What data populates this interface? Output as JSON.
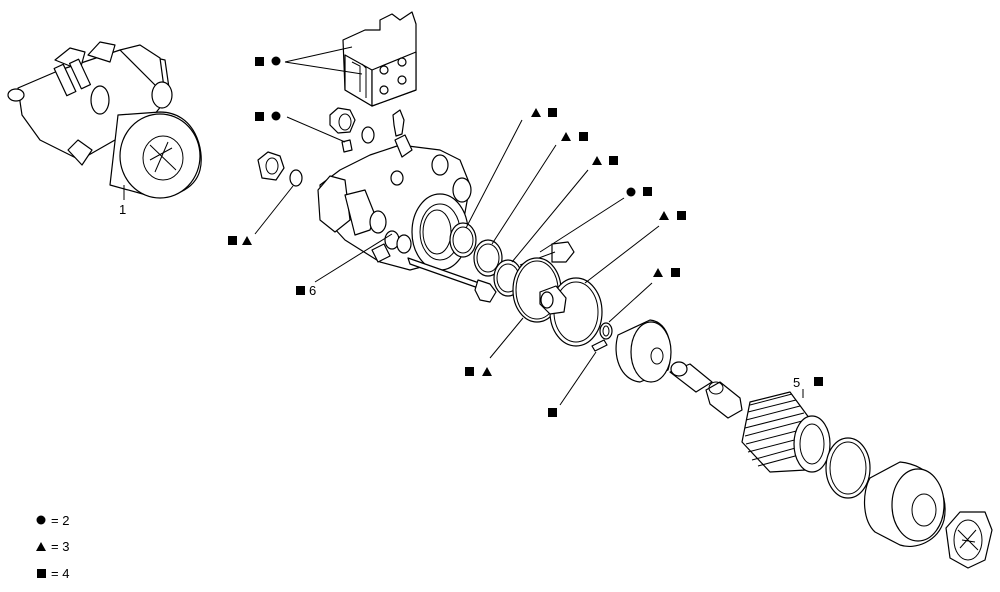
{
  "callouts": {
    "item1": "1",
    "item5": "5",
    "item6": "6"
  },
  "legend": [
    {
      "symbol": "circle",
      "text": "= 2"
    },
    {
      "symbol": "triangle",
      "text": "= 3"
    },
    {
      "symbol": "square",
      "text": "= 4"
    }
  ]
}
